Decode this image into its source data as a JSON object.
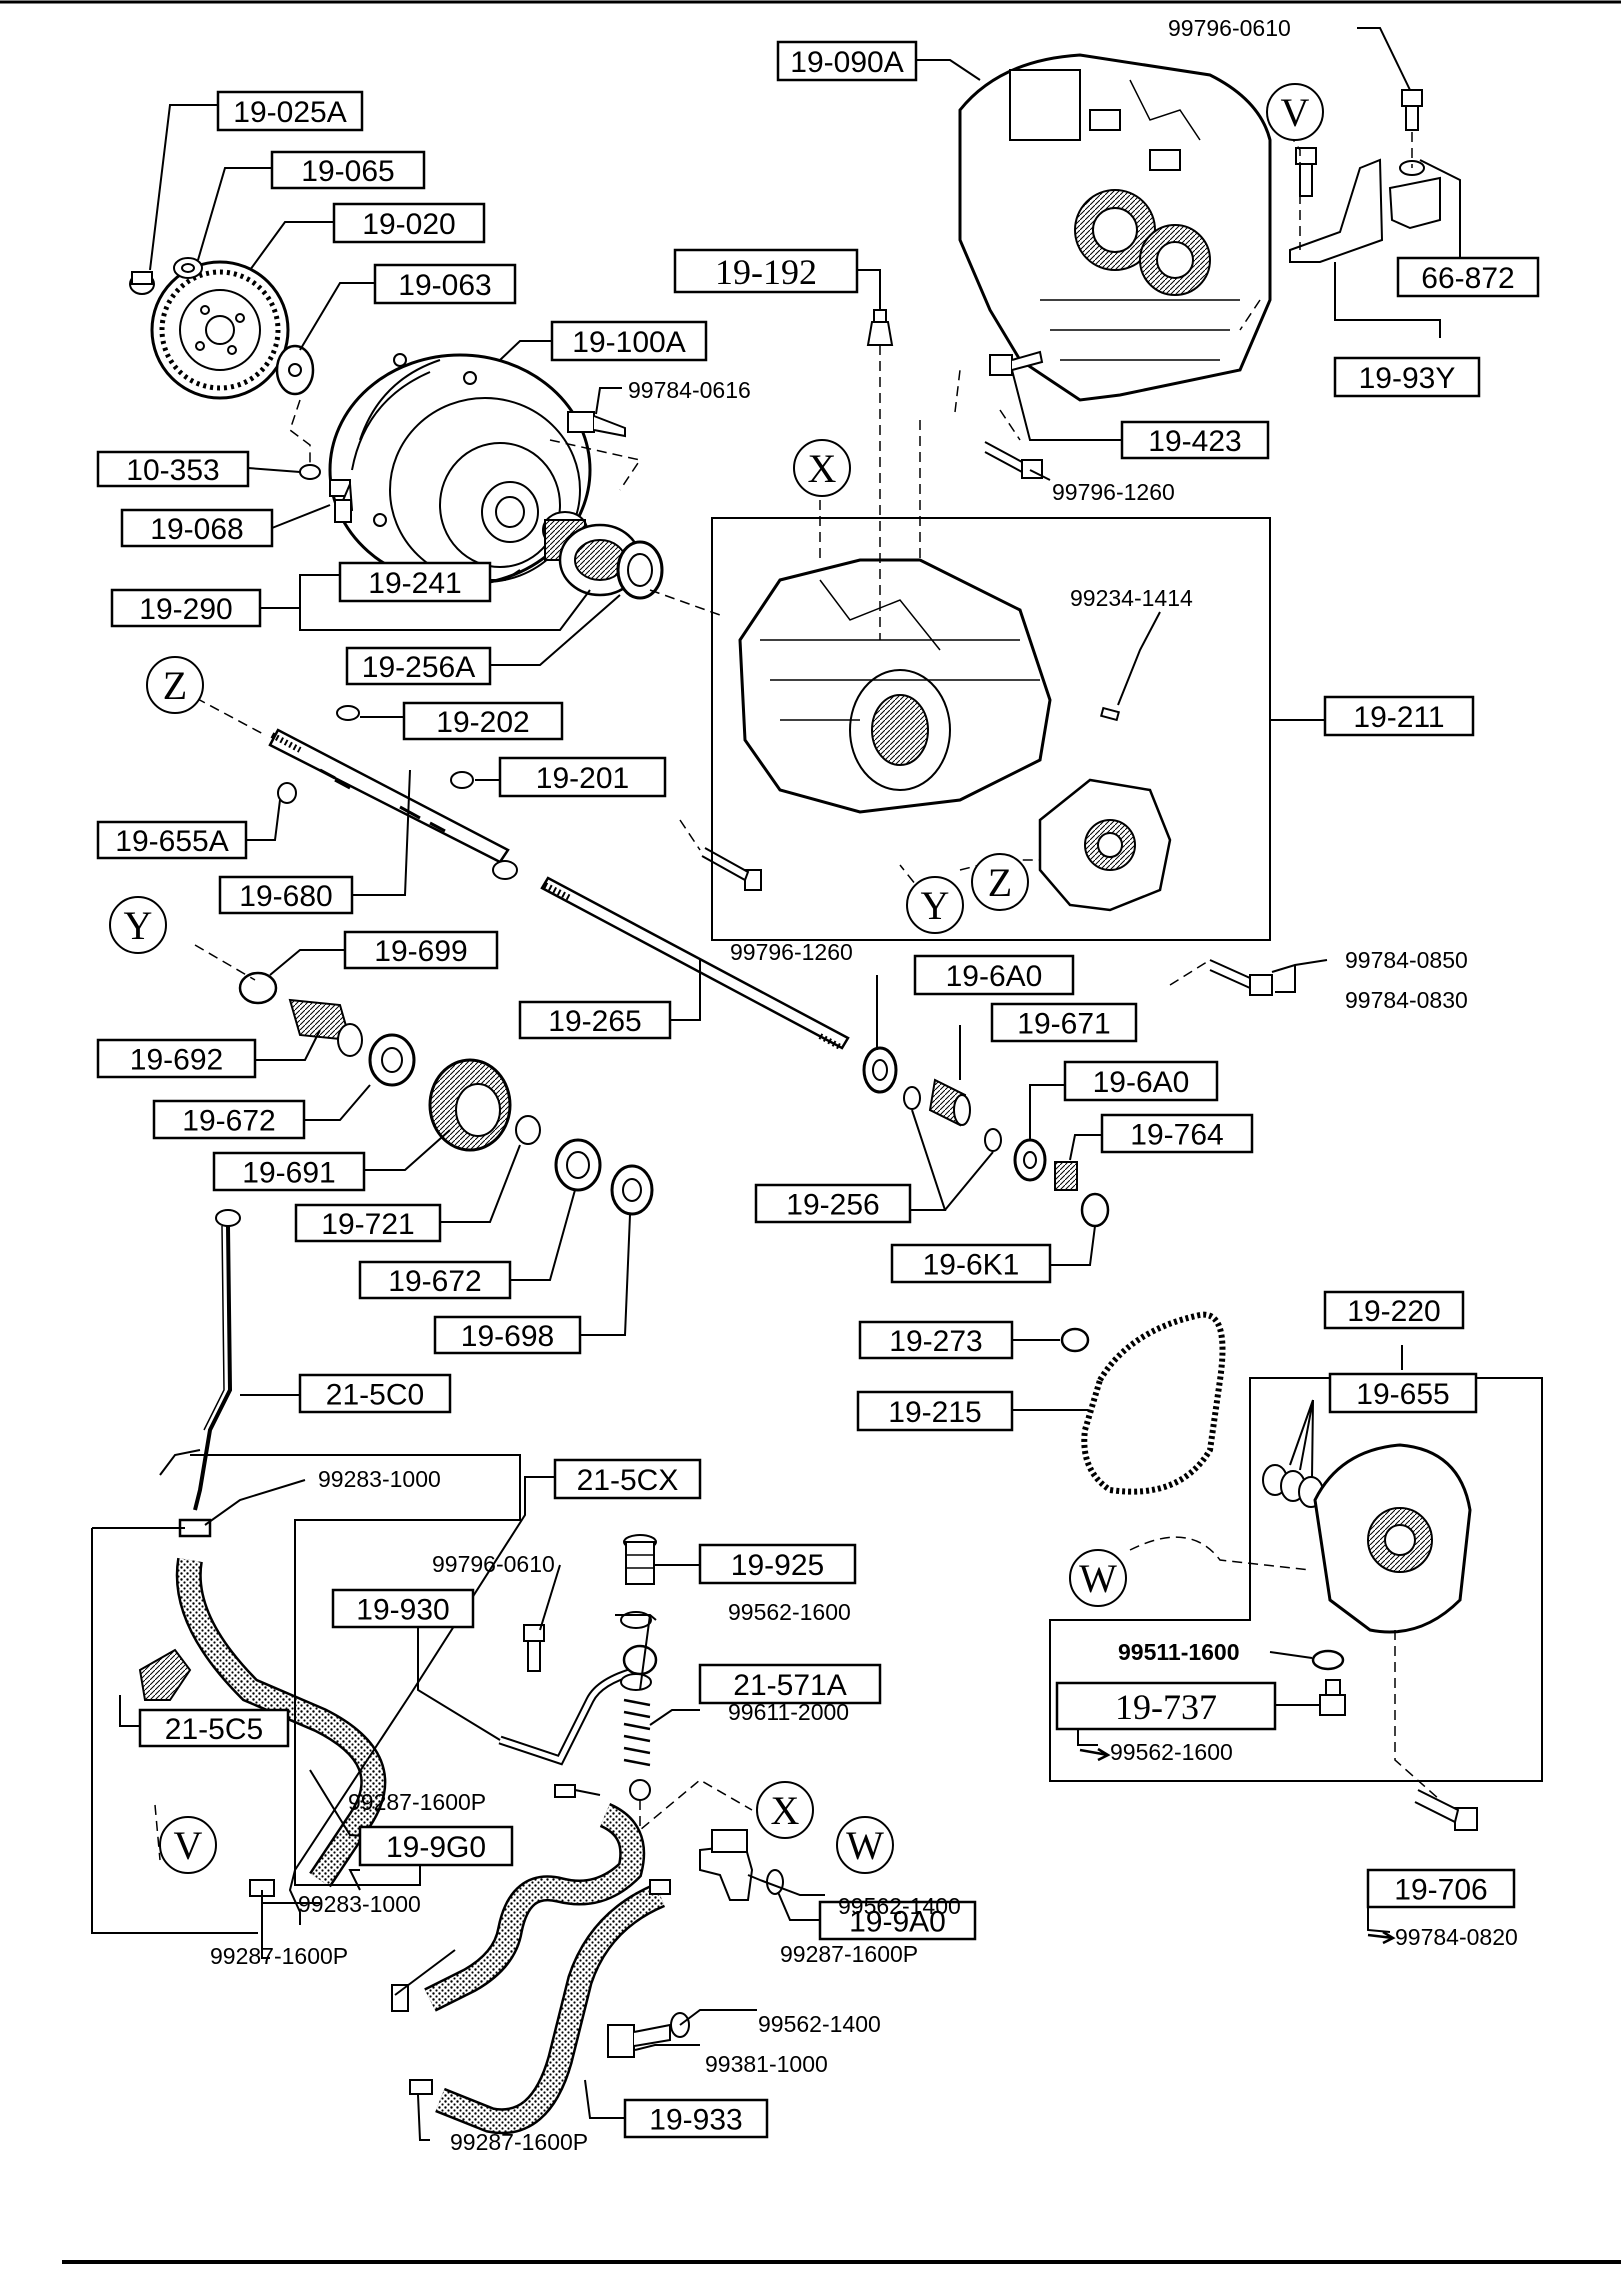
{
  "boxed_labels": [
    {
      "id": "19-025A",
      "text": "19-025A"
    },
    {
      "id": "19-065",
      "text": "19-065"
    },
    {
      "id": "19-020",
      "text": "19-020"
    },
    {
      "id": "19-063",
      "text": "19-063"
    },
    {
      "id": "19-100A",
      "text": "19-100A"
    },
    {
      "id": "10-353",
      "text": "10-353"
    },
    {
      "id": "19-068",
      "text": "19-068"
    },
    {
      "id": "19-241",
      "text": "19-241"
    },
    {
      "id": "19-290",
      "text": "19-290"
    },
    {
      "id": "19-256A",
      "text": "19-256A"
    },
    {
      "id": "19-202",
      "text": "19-202"
    },
    {
      "id": "19-201",
      "text": "19-201"
    },
    {
      "id": "19-655A",
      "text": "19-655A"
    },
    {
      "id": "19-680",
      "text": "19-680"
    },
    {
      "id": "19-699",
      "text": "19-699"
    },
    {
      "id": "19-692",
      "text": "19-692"
    },
    {
      "id": "19-265",
      "text": "19-265"
    },
    {
      "id": "19-672a",
      "text": "19-672"
    },
    {
      "id": "19-691",
      "text": "19-691"
    },
    {
      "id": "19-721",
      "text": "19-721"
    },
    {
      "id": "19-672b",
      "text": "19-672"
    },
    {
      "id": "19-698",
      "text": "19-698"
    },
    {
      "id": "19-090A",
      "text": "19-090A"
    },
    {
      "id": "19-192",
      "text": "19-192"
    },
    {
      "id": "66-872",
      "text": "66-872"
    },
    {
      "id": "19-93Y",
      "text": "19-93Y"
    },
    {
      "id": "19-423",
      "text": "19-423"
    },
    {
      "id": "19-211",
      "text": "19-211"
    },
    {
      "id": "19-6A0a",
      "text": "19-6A0"
    },
    {
      "id": "19-671",
      "text": "19-671"
    },
    {
      "id": "19-6A0b",
      "text": "19-6A0"
    },
    {
      "id": "19-764",
      "text": "19-764"
    },
    {
      "id": "19-256",
      "text": "19-256"
    },
    {
      "id": "19-6K1",
      "text": "19-6K1"
    },
    {
      "id": "19-273",
      "text": "19-273"
    },
    {
      "id": "19-215",
      "text": "19-215"
    },
    {
      "id": "19-220",
      "text": "19-220"
    },
    {
      "id": "19-655",
      "text": "19-655"
    },
    {
      "id": "19-737",
      "text": "19-737"
    },
    {
      "id": "19-706",
      "text": "19-706"
    },
    {
      "id": "21-5C0",
      "text": "21-5C0"
    },
    {
      "id": "21-5CX",
      "text": "21-5CX"
    },
    {
      "id": "19-925",
      "text": "19-925"
    },
    {
      "id": "19-930",
      "text": "19-930"
    },
    {
      "id": "21-571A",
      "text": "21-571A"
    },
    {
      "id": "21-5C5",
      "text": "21-5C5"
    },
    {
      "id": "19-9G0",
      "text": "19-9G0"
    },
    {
      "id": "19-9A0",
      "text": "19-9A0"
    },
    {
      "id": "19-933",
      "text": "19-933"
    }
  ],
  "plain_labels": [
    {
      "id": "99796-0610a",
      "text": "99796-0610"
    },
    {
      "id": "99784-0616",
      "text": "99784-0616"
    },
    {
      "id": "99796-1260a",
      "text": "99796-1260"
    },
    {
      "id": "99234-1414",
      "text": "99234-1414"
    },
    {
      "id": "99796-1260b",
      "text": "99796-1260"
    },
    {
      "id": "99784-0850",
      "text": "99784-0850"
    },
    {
      "id": "99784-0830",
      "text": "99784-0830"
    },
    {
      "id": "99283-1000a",
      "text": "99283-1000"
    },
    {
      "id": "99796-0610b",
      "text": "99796-0610"
    },
    {
      "id": "99562-1600a",
      "text": "99562-1600"
    },
    {
      "id": "99611-2000",
      "text": "99611-2000"
    },
    {
      "id": "99287-1600Pa",
      "text": "99287-1600P"
    },
    {
      "id": "99283-1000b",
      "text": "99283-1000"
    },
    {
      "id": "99287-1600Pb",
      "text": "99287-1600P"
    },
    {
      "id": "99562-1400a",
      "text": "99562-1400"
    },
    {
      "id": "99287-1600Pc",
      "text": "99287-1600P"
    },
    {
      "id": "99562-1400b",
      "text": "99562-1400"
    },
    {
      "id": "99381-1000",
      "text": "99381-1000"
    },
    {
      "id": "99287-1600Pd",
      "text": "99287-1600P"
    },
    {
      "id": "99511-1600",
      "text": "99511-1600"
    },
    {
      "id": "99562-1600b",
      "text": "99562-1600"
    },
    {
      "id": "99784-0820",
      "text": "99784-0820"
    }
  ],
  "callouts": [
    {
      "id": "V1",
      "text": "V"
    },
    {
      "id": "X1",
      "text": "X"
    },
    {
      "id": "Z1",
      "text": "Z"
    },
    {
      "id": "Y1",
      "text": "Y"
    },
    {
      "id": "Y2",
      "text": "Y"
    },
    {
      "id": "Z2",
      "text": "Z"
    },
    {
      "id": "W1",
      "text": "W"
    },
    {
      "id": "X2",
      "text": "X"
    },
    {
      "id": "W2",
      "text": "W"
    },
    {
      "id": "V2",
      "text": "V"
    }
  ]
}
